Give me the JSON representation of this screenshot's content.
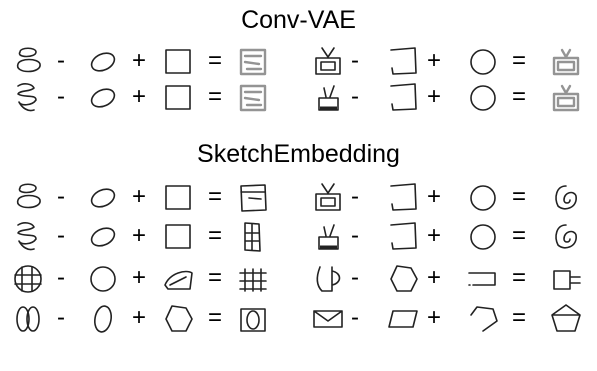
{
  "sections": [
    {
      "title": "Conv-VAE",
      "rows": [
        {
          "left": [
            "eight-sketch",
            "ellipse-sketch",
            "square-sketch",
            "result-box-blurry"
          ],
          "right": [
            "tv-sketch",
            "square-corner-sketch",
            "circle-sketch",
            "result-pot-blurry"
          ]
        },
        {
          "left": [
            "squiggle-eight-sketch",
            "ellipse-sketch",
            "square-sketch",
            "result-box-blurry"
          ],
          "right": [
            "tv-small-sketch",
            "square-corner-sketch",
            "circle-sketch",
            "result-pot-blurry"
          ]
        }
      ]
    },
    {
      "title": "SketchEmbedding",
      "rows": [
        {
          "left": [
            "eight-sketch",
            "ellipse-sketch",
            "square-sketch",
            "result-box-sketch"
          ],
          "right": [
            "tv-sketch",
            "square-corner-sketch",
            "circle-sketch",
            "result-spiral-sketch"
          ]
        },
        {
          "left": [
            "squiggle-eight-sketch",
            "ellipse-sketch",
            "square-sketch",
            "result-tall-box-sketch"
          ],
          "right": [
            "tv-small-sketch",
            "square-corner-sketch",
            "circle-sketch",
            "result-spiral-sketch"
          ]
        },
        {
          "left": [
            "grid-circle-sketch",
            "circle-sketch",
            "fan-sketch",
            "result-grid-sketch"
          ],
          "right": [
            "mug-sketch",
            "hexagon-sketch",
            "rect-open-sketch",
            "result-plug-sketch"
          ]
        },
        {
          "left": [
            "double-oval-sketch",
            "oval-sketch",
            "hexagon-sketch",
            "result-oval-box-sketch"
          ],
          "right": [
            "envelope-sketch",
            "parallelogram-sketch",
            "pentagon-sketch",
            "result-pentagon-sketch"
          ]
        }
      ]
    }
  ],
  "operators": [
    "-",
    "+",
    "="
  ]
}
